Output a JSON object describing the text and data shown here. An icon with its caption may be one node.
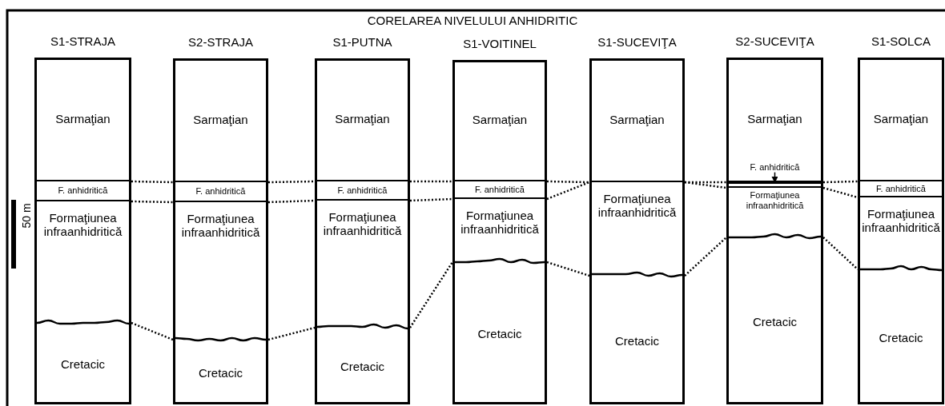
{
  "diagram": {
    "title": "CORELAREA NIVELULUI ANHIDRITIC",
    "nodes": [
      {
        "text": [
          "S1-STRAJA"
        ]
      },
      {
        "text": [
          "Sarmaţian"
        ],
        "in": 0
      },
      {
        "text": [
          "F. anhidritică"
        ],
        "in": 0
      },
      {
        "text": [
          "Formaţiunea infraanhidritică"
        ],
        "in": 0
      },
      {
        "text": [
          "Cretacic"
        ],
        "in": 0
      },
      {
        "text": [
          "S2-STRAJA"
        ]
      },
      {
        "text": [
          "Sarmaţian"
        ],
        "in": 5
      },
      {
        "text": [
          "F. anhidritică"
        ],
        "in": 5
      },
      {
        "text": [
          "Formaţiunea infraanhidritică"
        ],
        "in": 5
      },
      {
        "text": [
          "Cretacic"
        ],
        "in": 5
      },
      {
        "text": [
          "S1-PUTNA"
        ]
      },
      {
        "text": [
          "Sarmaţian"
        ],
        "in": 10
      },
      {
        "text": [
          "F. anhidritică"
        ],
        "in": 10
      },
      {
        "text": [
          "Formaţiunea infraanhidritică"
        ],
        "in": 10
      },
      {
        "text": [
          "Cretacic"
        ],
        "in": 10
      },
      {
        "text": [
          "S1-VOITINEL"
        ]
      },
      {
        "text": [
          "Sarmaţian"
        ],
        "in": 15
      },
      {
        "text": [
          "F. anhidritică"
        ],
        "in": 15
      },
      {
        "text": [
          "Formaţiunea infraanhidritică"
        ],
        "in": 15
      },
      {
        "text": [
          "Cretacic"
        ],
        "in": 15
      },
      {
        "text": [
          "S1-SUCEVIŢA"
        ]
      },
      {
        "text": [
          "Sarmaţian"
        ],
        "in": 20
      },
      {
        "text": [
          "Formaţiunea infraanhidritică"
        ],
        "in": 20
      },
      {
        "text": [
          "Cretacic"
        ],
        "in": 20
      },
      {
        "text": [
          "S2-SUCEVIŢA"
        ]
      },
      {
        "text": [
          "Sarmaţian"
        ],
        "in": 24
      },
      {
        "text": [
          "F. anhidritică"
        ],
        "in": 25
      },
      {
        "text": [],
        "shape": "bar",
        "in": 24
      },
      {
        "text": [
          "Formaţiunea infraanhidritică"
        ],
        "in": 24
      },
      {
        "text": [
          "Cretacic"
        ],
        "in": 24
      },
      {
        "text": [
          "S1-SOLCA"
        ]
      },
      {
        "text": [
          "Sarmaţian"
        ],
        "in": 30
      },
      {
        "text": [
          "F. anhidritică"
        ],
        "in": 30
      },
      {
        "text": [
          "Formaţiunea infraanhidritică"
        ],
        "in": 30
      },
      {
        "text": [
          "Cretacic"
        ],
        "in": 30
      }
    ],
    "edges": [
      {
        "from": 2,
        "to": 7,
        "arrow": "none",
        "style": "dashed"
      },
      {
        "from": 2,
        "to": 7,
        "arrow": "none",
        "style": "dashed"
      },
      {
        "from": 7,
        "to": 12,
        "arrow": "none",
        "style": "dashed"
      },
      {
        "from": 7,
        "to": 12,
        "arrow": "none",
        "style": "dashed"
      },
      {
        "from": 12,
        "to": 17,
        "arrow": "none",
        "style": "dashed"
      },
      {
        "from": 12,
        "to": 17,
        "arrow": "none",
        "style": "dashed"
      },
      {
        "from": 17,
        "to": 22,
        "arrow": "none",
        "style": "dashed"
      },
      {
        "from": 17,
        "to": 22,
        "arrow": "none",
        "style": "dashed"
      },
      {
        "from": 22,
        "to": 27,
        "arrow": "none",
        "style": "dashed"
      },
      {
        "from": 22,
        "to": 27,
        "arrow": "none",
        "style": "dashed"
      },
      {
        "from": 27,
        "to": 32,
        "arrow": "none",
        "style": "dashed"
      },
      {
        "from": 27,
        "to": 32,
        "arrow": "none",
        "style": "dashed"
      },
      {
        "from": 4,
        "to": 9,
        "arrow": "none",
        "style": "dashed"
      },
      {
        "from": 9,
        "to": 14,
        "arrow": "none",
        "style": "dashed"
      },
      {
        "from": 14,
        "to": 19,
        "arrow": "none",
        "style": "dashed"
      },
      {
        "from": 19,
        "to": 23,
        "arrow": "none",
        "style": "dashed"
      },
      {
        "from": 23,
        "to": 29,
        "arrow": "none",
        "style": "dashed"
      },
      {
        "from": 29,
        "to": 34,
        "arrow": "none",
        "style": "dashed"
      },
      {
        "from": 26,
        "to": 27,
        "arrow": "to"
      }
    ],
    "labels": [
      "50 m"
    ]
  }
}
